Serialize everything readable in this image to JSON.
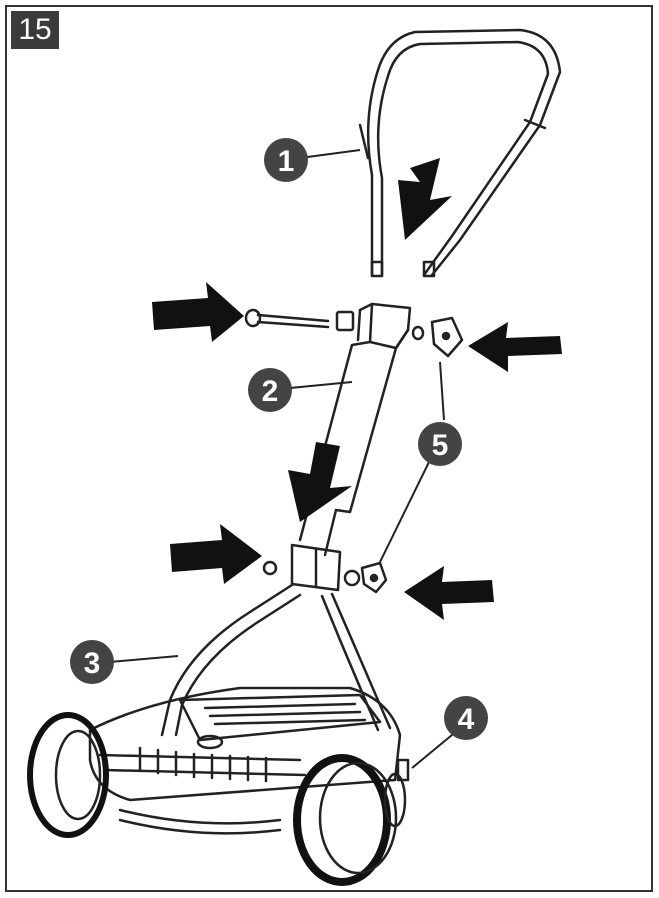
{
  "step_number": "15",
  "callouts": [
    {
      "id": "handle",
      "label": "1"
    },
    {
      "id": "upper-tube",
      "label": "2"
    },
    {
      "id": "lower-bar",
      "label": "3"
    },
    {
      "id": "wheel",
      "label": "4"
    },
    {
      "id": "caps",
      "label": "5"
    }
  ],
  "colors": {
    "badge": "#3a3a3a",
    "callout": "#444444",
    "arrow": "#111111",
    "line": "#222222"
  }
}
